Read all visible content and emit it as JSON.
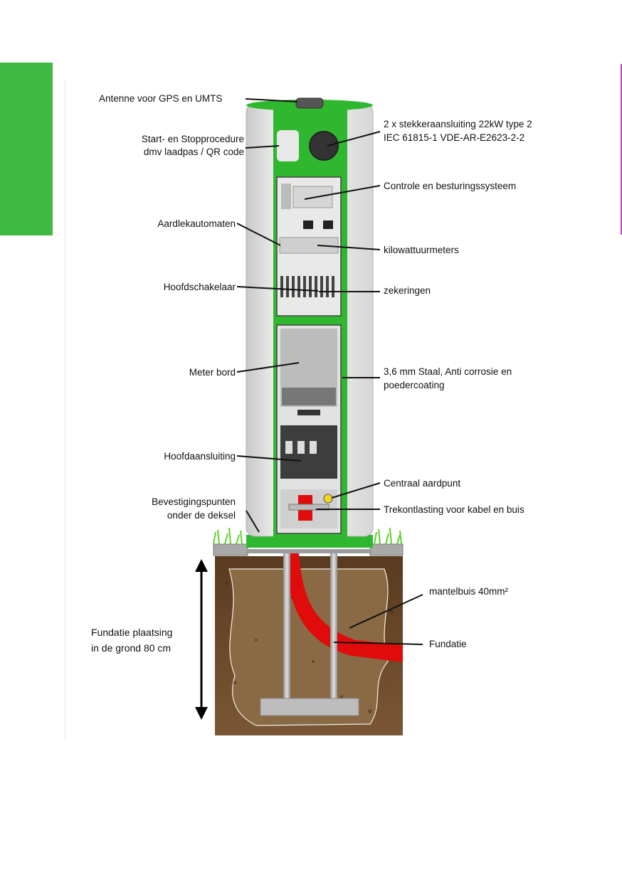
{
  "colors": {
    "green": "#2fb82f",
    "side_tab": "#3fb93f",
    "soil": "#6b4a2b",
    "tube": "#e00b0b"
  },
  "labels": {
    "antenne": "Antenne voor GPS en UMTS",
    "start1": "Start- en Stopprocedure",
    "start2": "dmv laadpas / QR code",
    "stekker1": "2 x stekkeraansluiting 22kW  type 2",
    "stekker2": "IEC 61815-1    VDE-AR-E2623-2-2",
    "controle": "Controle en besturingssysteem",
    "aardlek": "Aardlekautomaten",
    "kwh": "kilowattuurmeters",
    "hoofdschakelaar": "Hoofdschakelaar",
    "zekeringen": "zekeringen",
    "meterbord": "Meter bord",
    "staal1": "3,6 mm Staal, Anti corrosie en",
    "staal2": "poedercoating",
    "hoofdaansluiting": "Hoofdaansluiting",
    "aardpunt": "Centraal aardpunt",
    "bevestiging1": "Bevestigingspunten",
    "bevestiging2": "onder de deksel",
    "trek": "Trekontlasting voor kabel en buis",
    "mantelbuis": "mantelbuis 40mm²",
    "fundatie_plaatsing1": "Fundatie plaatsing",
    "fundatie_plaatsing2": "in de grond 80 cm",
    "fundatie": "Fundatie"
  }
}
